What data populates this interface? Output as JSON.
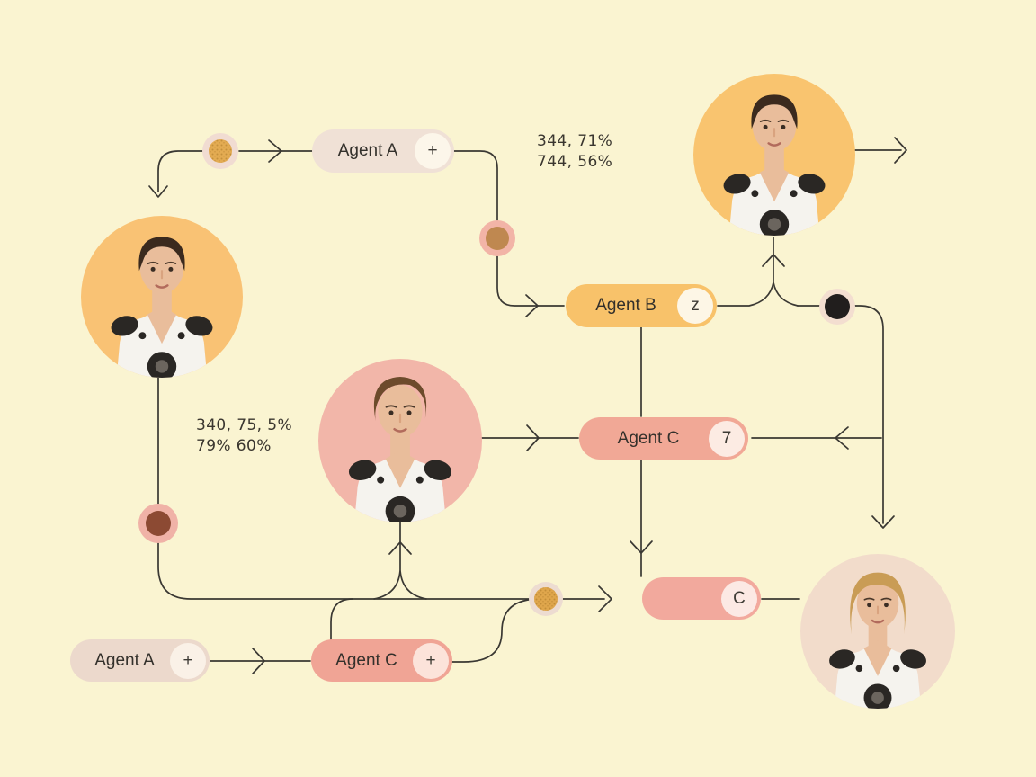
{
  "canvas": {
    "bg": "#faf4d1",
    "line_color": "#3a3833"
  },
  "annotations": {
    "top": {
      "line1": "344, 71%",
      "line2": "744, 56%"
    },
    "left": {
      "line1": "340, 75, 5%",
      "line2": "79% 60%"
    }
  },
  "pills": {
    "agent_a_top": {
      "label": "Agent A",
      "badge": "+",
      "bg": "#f0e1d6",
      "badge_bg": "#fcf6ea"
    },
    "agent_b": {
      "label": "Agent B",
      "badge": "z",
      "bg": "#f8c26a",
      "badge_bg": "#fdf6e6"
    },
    "agent_c_mid": {
      "label": "Agent C",
      "badge": "7",
      "bg": "#f1a896",
      "badge_bg": "#fcebe3"
    },
    "pill_blank": {
      "label": "",
      "badge": "C",
      "bg": "#f2a99d",
      "badge_bg": "#fce9e4"
    },
    "agent_a_bottom": {
      "label": "Agent A",
      "badge": "+",
      "bg": "#ecd9cc",
      "badge_bg": "#faf1e7"
    },
    "agent_c_bottom": {
      "label": "Agent C",
      "badge": "+",
      "bg": "#f0a495",
      "badge_bg": "#fce3da"
    }
  },
  "portraits": [
    {
      "name": "android-woman-portrait-left",
      "bg": "#f9c274",
      "hair": "#3b2a1e",
      "style": "updo"
    },
    {
      "name": "android-woman-portrait-top-right",
      "bg": "#f9c46f",
      "hair": "#3b2a1e",
      "style": "updo"
    },
    {
      "name": "android-woman-portrait-middle",
      "bg": "#f2b6a9",
      "hair": "#6d4b2c",
      "style": "crop"
    },
    {
      "name": "android-woman-portrait-bottom-right",
      "bg": "#f2dccb",
      "hair": "#c99c55",
      "style": "bob"
    }
  ],
  "dots": [
    {
      "name": "gold-speckled-dot-top",
      "outer": "#f1dcd2",
      "inner": "#e3ab52"
    },
    {
      "name": "tan-dot",
      "outer": "#f2b4a7",
      "inner": "#bf8850"
    },
    {
      "name": "maroon-dot",
      "outer": "#f0b2a7",
      "inner": "#8c4a33"
    },
    {
      "name": "black-dot",
      "outer": "#f3ded0",
      "inner": "#211e1d"
    },
    {
      "name": "gold-speckled-dot-bottom",
      "outer": "#eddcd1",
      "inner": "#dfa64c"
    }
  ]
}
